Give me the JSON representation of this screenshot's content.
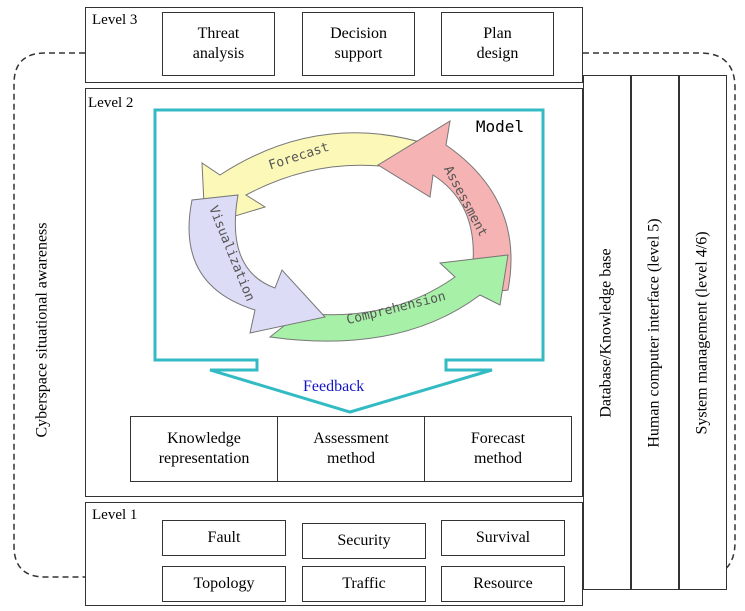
{
  "title_left": "Cyberspace situational awareness",
  "level3": {
    "label": "Level 3",
    "boxes": [
      {
        "line1": "Threat",
        "line2": "analysis"
      },
      {
        "line1": "Decision",
        "line2": "support"
      },
      {
        "line1": "Plan",
        "line2": "design"
      }
    ]
  },
  "level2": {
    "label": "Level 2",
    "model_label": "Model",
    "cycle": {
      "forecast": "Forecast",
      "assessment": "Assessment",
      "comprehension": "Comprehension",
      "visualization": "Visualization"
    },
    "feedback_label": "Feedback",
    "methods": [
      {
        "line1": "Knowledge",
        "line2": "representation"
      },
      {
        "line1": "Assessment",
        "line2": "method"
      },
      {
        "line1": "Forecast",
        "line2": "method"
      }
    ]
  },
  "level1": {
    "label": "Level 1",
    "items": [
      "Fault",
      "Security",
      "Survival",
      "Topology",
      "Traffic",
      "Resource"
    ]
  },
  "columns": [
    "Database/Knowledge base",
    "Human computer interface (level 5)",
    "System management (level 4/6)"
  ],
  "colors": {
    "cyan": "#33bbc4",
    "forecast_fill": "#fbf8b8",
    "assessment_fill": "#f5b3b3",
    "comprehension_fill": "#a7f0a7",
    "visualization_fill": "#dcdcf7",
    "feedback_text": "#1414c8"
  }
}
